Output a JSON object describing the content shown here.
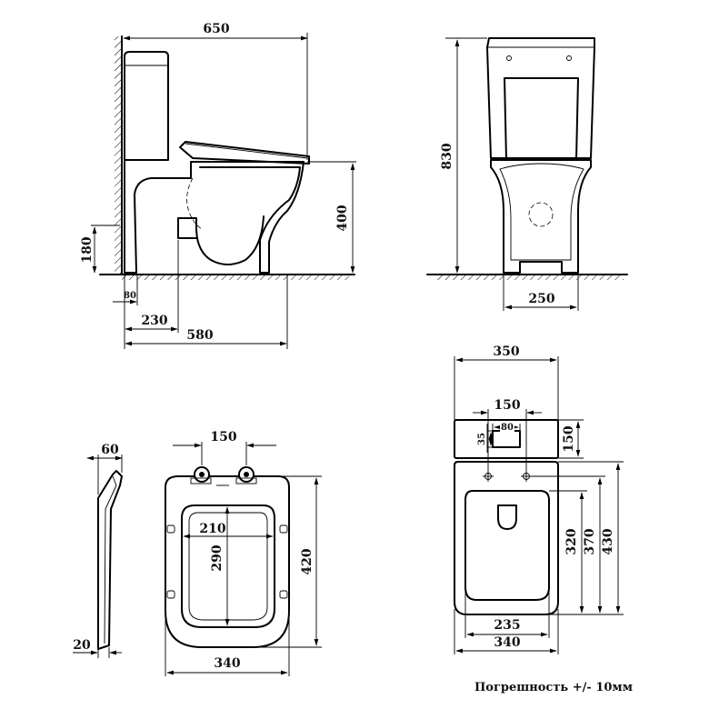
{
  "dimensions": {
    "side_length": "650",
    "side_wall_to_outlet": "180",
    "side_seat_height": "400",
    "side_small_offset": "80",
    "side_outlet_center": "230",
    "side_base_length": "580",
    "front_height": "830",
    "front_base_width": "250",
    "profile_top": "60",
    "profile_bottom": "20",
    "seat_hinge_spacing": "150",
    "seat_inner_width": "210",
    "seat_inner_length": "290",
    "seat_length": "420",
    "seat_width": "340",
    "top_width": "350",
    "top_hole_spacing": "150",
    "top_button_width": "80",
    "top_button_height": "35",
    "top_tank_depth": "150",
    "top_dim_320": "320",
    "top_dim_370": "370",
    "top_dim_430": "430",
    "top_bowl_inner_width": "235",
    "top_bowl_width": "340"
  },
  "tolerance_note": "Погрешность +/- 10мм"
}
